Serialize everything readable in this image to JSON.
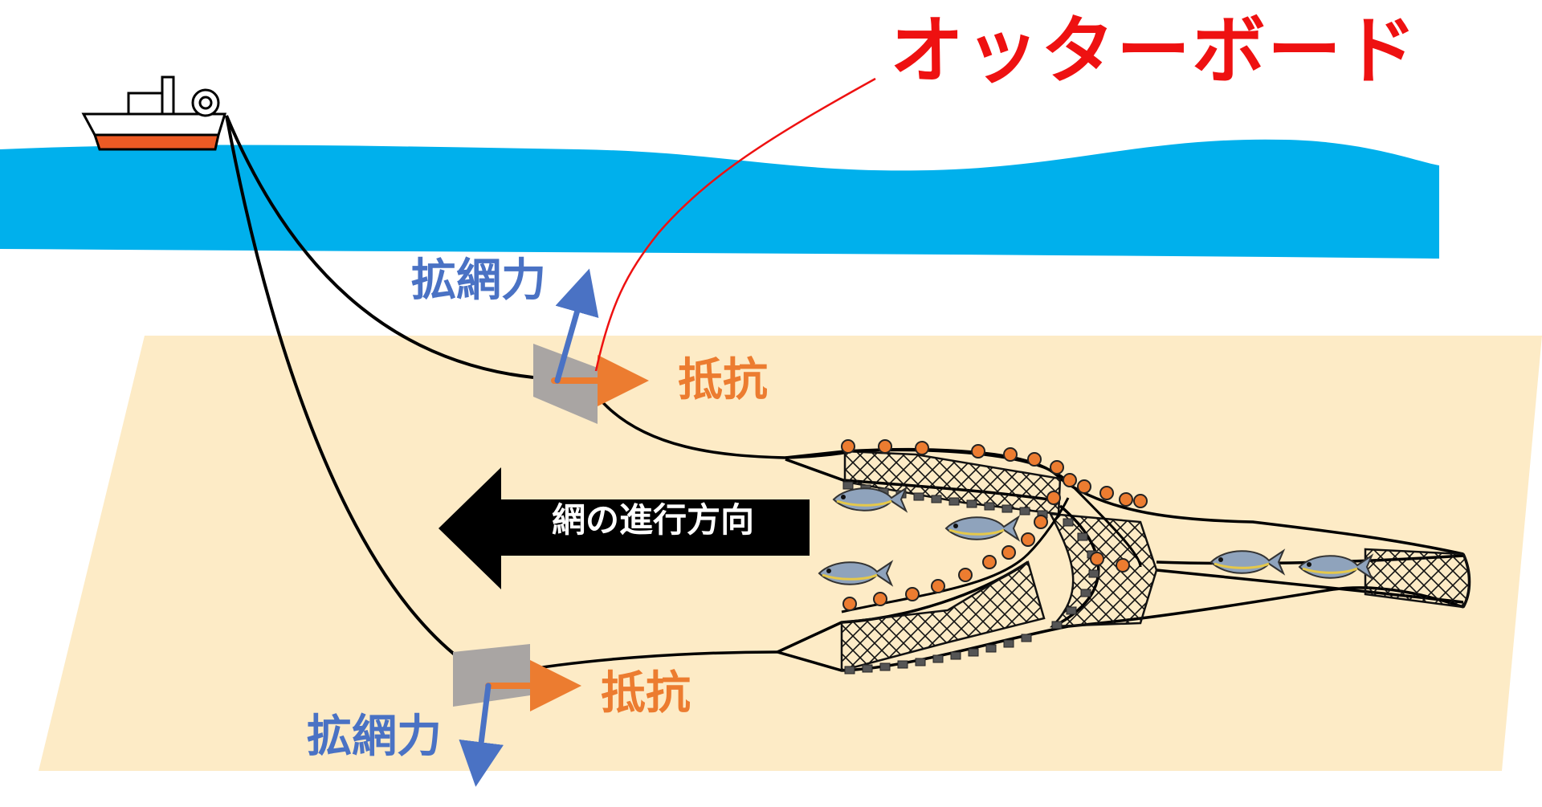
{
  "labels": {
    "title": "オッターボード",
    "spread_force_top": "拡網力",
    "spread_force_bottom": "拡網力",
    "resistance_top": "抵抗",
    "resistance_bottom": "抵抗",
    "direction": "網の進行方向"
  },
  "colors": {
    "sea": "#00b0ec",
    "seabed": "#fdebc6",
    "title": "#ee1111",
    "spread_force": "#4a72c4",
    "resistance": "#ec7c30",
    "pointer_line": "#ee1111",
    "board": "#a9a5a3",
    "float": "#ec7c30",
    "direction_arrow": "#000000",
    "line": "#000000",
    "hull_bottom": "#ec5a24"
  },
  "icons": {
    "vessel": "trawler-ship-icon",
    "fish": "horse-mackerel-icon",
    "float": "net-float-icon",
    "direction": "arrow-left-icon"
  }
}
